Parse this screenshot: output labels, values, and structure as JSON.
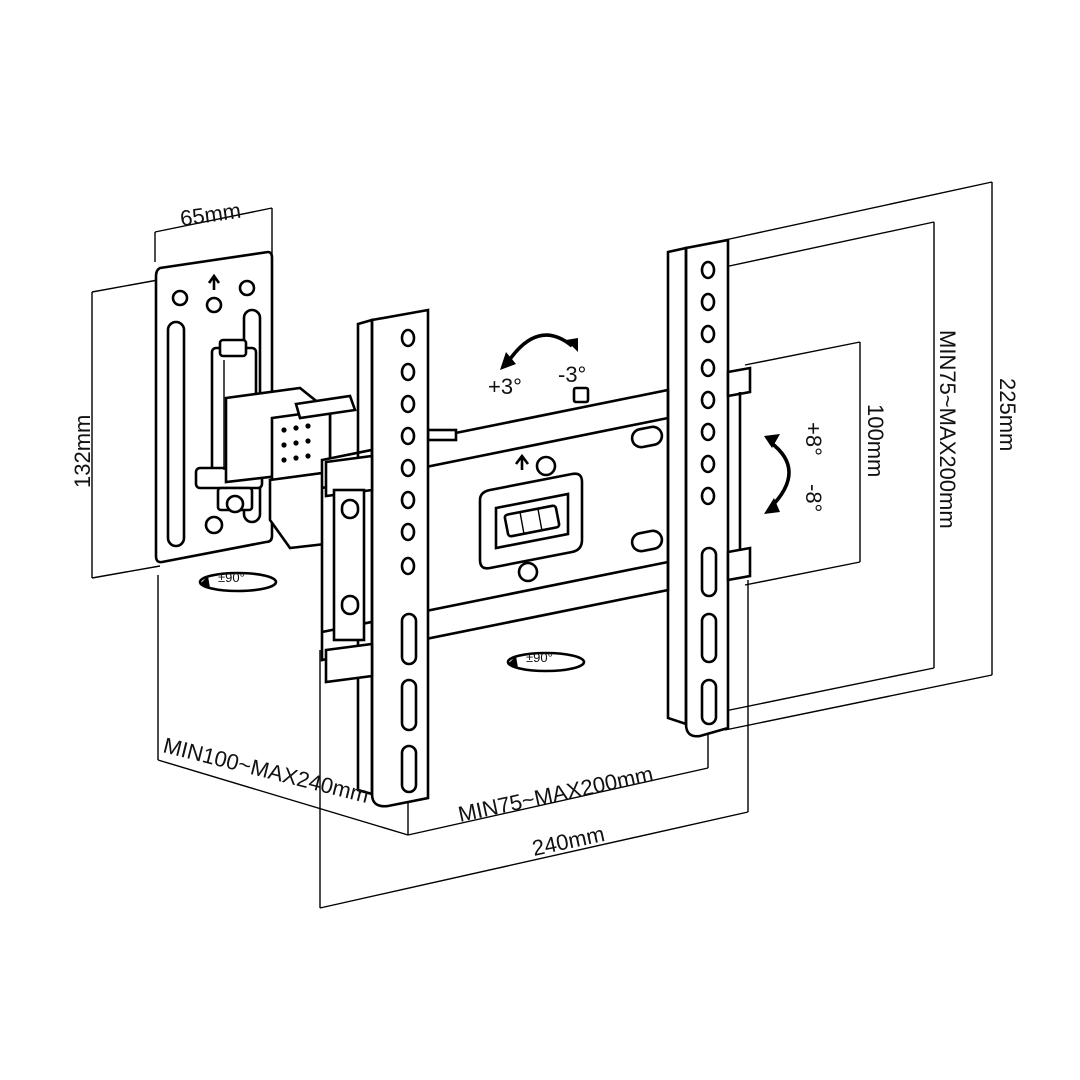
{
  "dimensions": {
    "plate_width": "65mm",
    "plate_height": "132mm",
    "arm_extension": "MIN100~MAX240mm",
    "horizontal_vesa": "MIN75~MAX200mm",
    "overall_width": "240mm",
    "vertical_vesa": "MIN75~MAX200mm",
    "overall_height": "225mm",
    "rail_spacing": "100mm"
  },
  "adjustments": {
    "swivel_wall": "±90°",
    "swivel_head": "±90°",
    "rotate_plus": "+3°",
    "rotate_minus": "-3°",
    "tilt_plus": "+8°",
    "tilt_minus": "-8°"
  },
  "colors": {
    "line": "#000000",
    "background": "#ffffff"
  }
}
